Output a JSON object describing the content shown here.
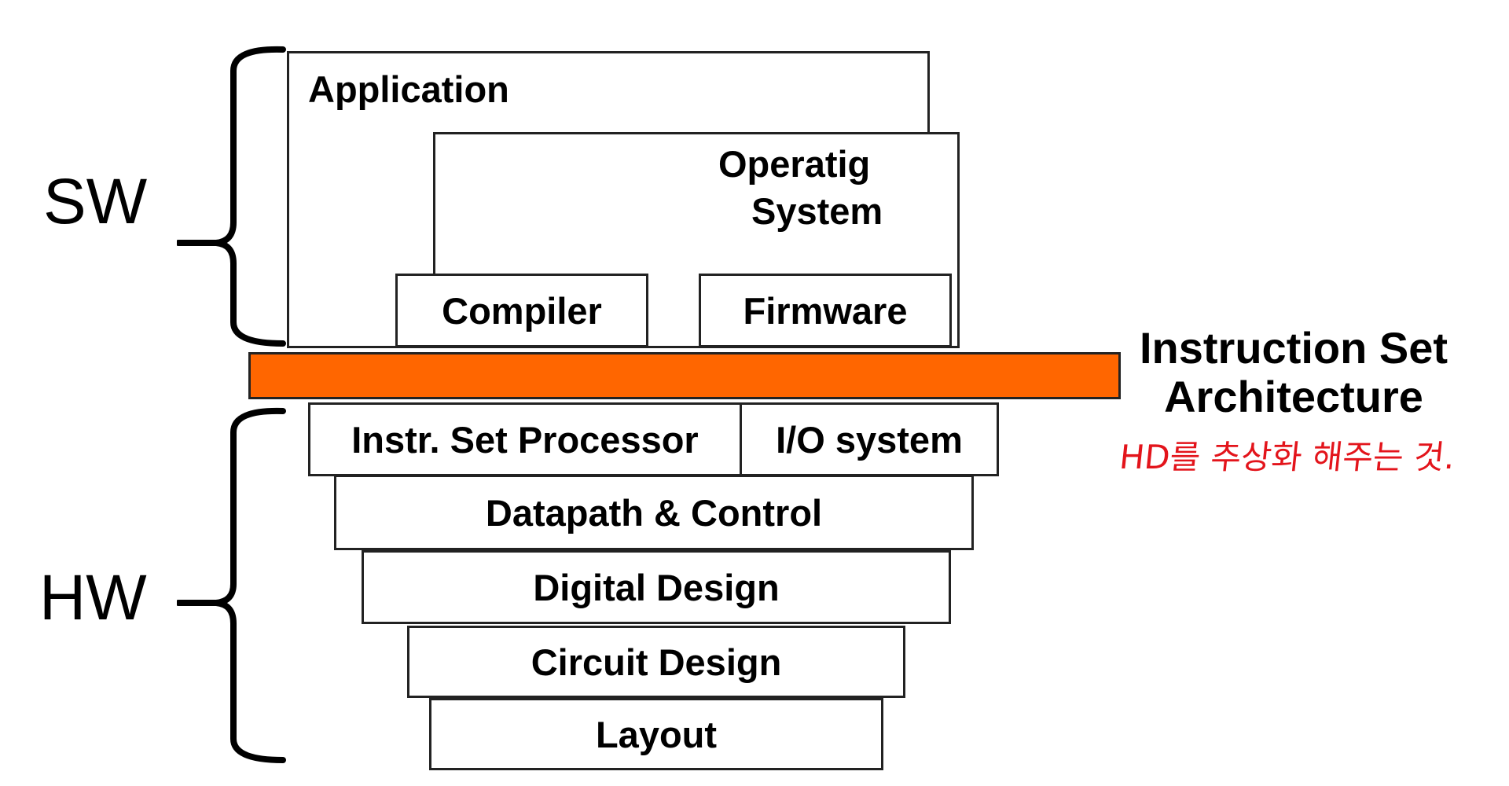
{
  "groups": {
    "software": "SW",
    "hardware": "HW"
  },
  "software_layers": {
    "application": "Application",
    "operating_system_line1": "Operatig",
    "operating_system_line2": "System",
    "compiler": "Compiler",
    "firmware": "Firmware"
  },
  "isa": {
    "line1": "Instruction Set",
    "line2": "Architecture",
    "color": "#ff6600",
    "annotation": "HD를 추상화 해주는 것."
  },
  "hardware_layers": {
    "instr_set_processor": "Instr. Set Processor",
    "io_system": "I/O system",
    "datapath_control": "Datapath & Control",
    "digital_design": "Digital Design",
    "circuit_design": "Circuit Design",
    "layout": "Layout"
  },
  "colors": {
    "annotation": "#e3141b",
    "border": "#222222"
  }
}
